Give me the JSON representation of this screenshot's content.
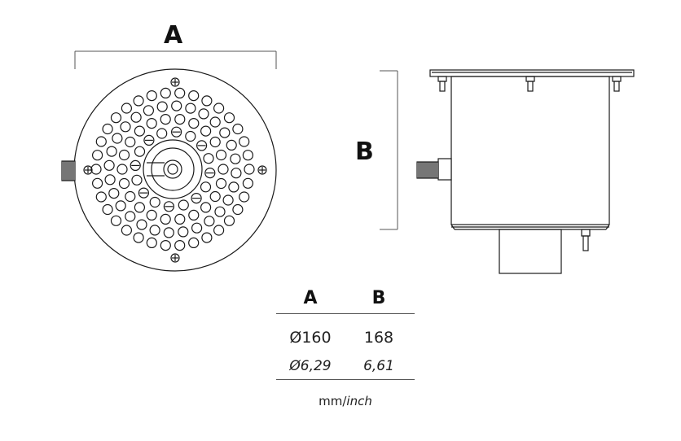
{
  "dimensions": {
    "a_label": "A",
    "b_label": "B"
  },
  "table": {
    "headers": [
      "A",
      "B"
    ],
    "rows": [
      [
        "Ø160",
        "168"
      ],
      [
        "Ø6,29",
        "6,61"
      ]
    ],
    "units_primary": "mm/",
    "units_secondary": "inch"
  },
  "colors": {
    "line": "#1a1a1a",
    "dimension_line": "#555555"
  }
}
